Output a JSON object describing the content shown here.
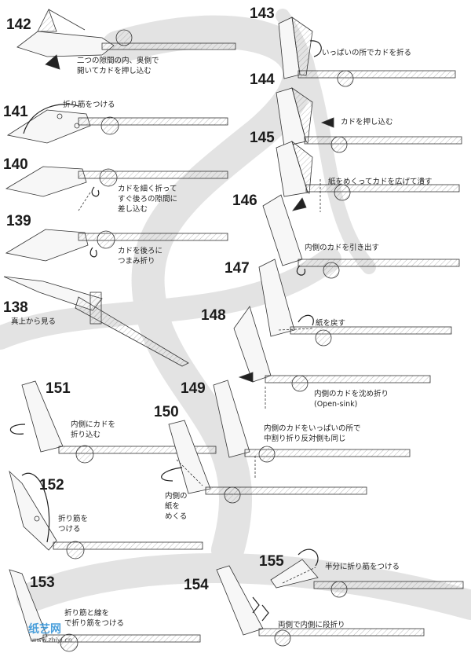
{
  "steps": [
    {
      "number": "142",
      "notes": [
        "二つの隙間の内、奥側で",
        "開いてカドを押し込む"
      ]
    },
    {
      "number": "141",
      "notes": [
        "折り筋をつける"
      ]
    },
    {
      "number": "140",
      "notes": [
        "カドを細く折って",
        "すぐ後ろの隙間に",
        "差し込む"
      ]
    },
    {
      "number": "139",
      "notes": [
        "カドを後ろに",
        "つまみ折り"
      ]
    },
    {
      "number": "138",
      "notes": [
        "真上から見る"
      ]
    },
    {
      "number": "143",
      "notes": [
        "いっぱいの所でカドを折る"
      ]
    },
    {
      "number": "144",
      "notes": [
        "カドを押し込む"
      ]
    },
    {
      "number": "145",
      "notes": [
        "紙をめくってカドを広げて潰す"
      ]
    },
    {
      "number": "146",
      "notes": [
        "内側のカドを引き出す"
      ]
    },
    {
      "number": "147",
      "notes": [
        "紙を戻す"
      ]
    },
    {
      "number": "148",
      "notes": [
        "内側のカドを沈め折り",
        "(Open-sink)"
      ]
    },
    {
      "number": "149",
      "notes": [
        "内側のカドをいっぱいの所で",
        "中割り折り反対側も同じ"
      ]
    },
    {
      "number": "151",
      "notes": [
        "内側にカドを",
        "折り込む"
      ]
    },
    {
      "number": "150",
      "notes": [
        "内側の",
        "紙を",
        "めくる"
      ]
    },
    {
      "number": "152",
      "notes": [
        "折り筋を",
        "つける"
      ]
    },
    {
      "number": "153",
      "notes": [
        "折り筋と線を",
        "で折り筋をつける"
      ]
    },
    {
      "number": "154",
      "notes": [
        "両側で内側に段折り"
      ]
    },
    {
      "number": "155",
      "notes": [
        "半分に折り筋をつける"
      ]
    }
  ],
  "watermark": {
    "text": "纸艺网",
    "url": "www.zhiyi.cn"
  }
}
